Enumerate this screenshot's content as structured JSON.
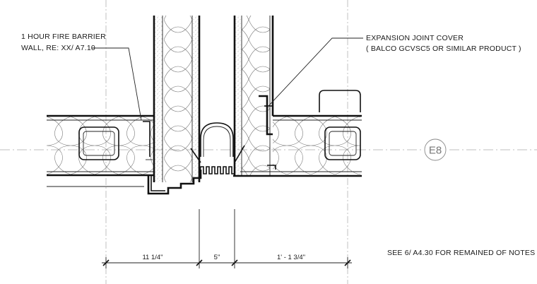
{
  "notes": {
    "fire_barrier_line1": "1 HOUR FIRE BARRIER",
    "fire_barrier_line2": "WALL, RE: XX/ A7.10",
    "expansion_line1": "EXPANSION JOINT COVER",
    "expansion_line2": "( BALCO GCVSC5 OR SIMILAR PRODUCT )",
    "see_notes": "SEE 6/ A4.30 FOR  REMAINED OF  NOTES"
  },
  "dimensions": {
    "left": "11 1/4\"",
    "middle": "5\"",
    "right": "1' - 1 3/4\""
  },
  "grid_tag": "E8"
}
